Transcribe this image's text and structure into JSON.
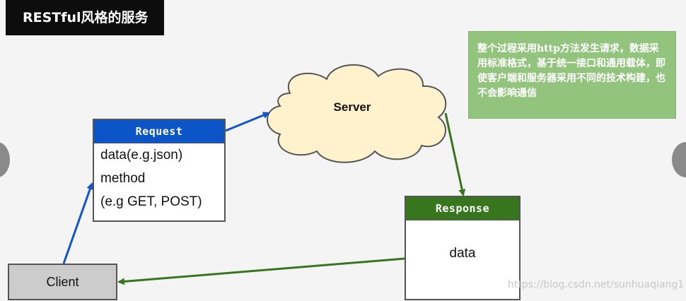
{
  "title": "RESTful风格的服务",
  "note": "整个过程采用http方法发生请求，数据采用标准格式，基于统一接口和通用载体，即使客户端和服务器采用不同的技术构建，也不会影响通信",
  "request": {
    "header": "Request",
    "lines": [
      "data(e.g.json)",
      "method",
      "(e.g GET, POST)"
    ]
  },
  "server": {
    "label": "Server"
  },
  "response": {
    "header": "Response",
    "body": "data"
  },
  "client": {
    "label": "Client"
  },
  "watermark": "https://blog.csdn.net/sunhuaqiang1",
  "colors": {
    "request_header": "#0b55c9",
    "response_header": "#38761d",
    "note_bg": "#93c47d",
    "cloud_fill": "#fff2cc",
    "blue_arrow": "#1155cc",
    "green_arrow": "#38761d"
  }
}
